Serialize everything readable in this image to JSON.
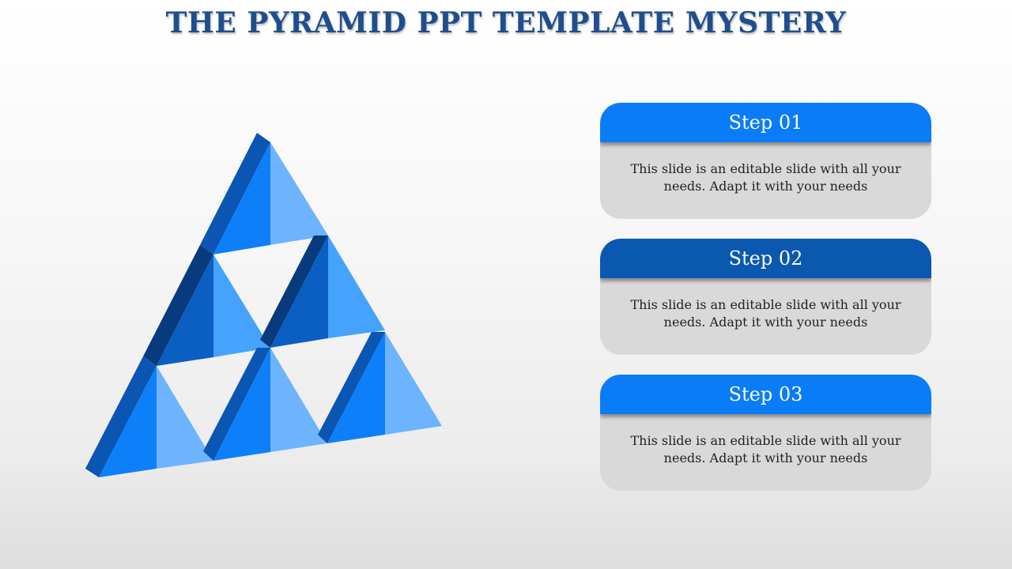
{
  "title": "THE PYRAMID PPT TEMPLATE MYSTERY",
  "colors": {
    "title": "#1f4e8c",
    "header_bright": "#0a7cf8",
    "header_dark": "#0b58b0",
    "card_body": "#d9d9d9"
  },
  "steps": [
    {
      "label": "Step 01",
      "text": "This slide is an editable slide with all your needs. Adapt it with your needs",
      "color": "#0a7cf8"
    },
    {
      "label": "Step 02",
      "text": "This slide is an editable slide with all your needs. Adapt it with your needs",
      "color": "#0b58b0"
    },
    {
      "label": "Step 03",
      "text": "This slide is an editable slide with all your needs. Adapt it with your needs",
      "color": "#0a7cf8"
    }
  ]
}
